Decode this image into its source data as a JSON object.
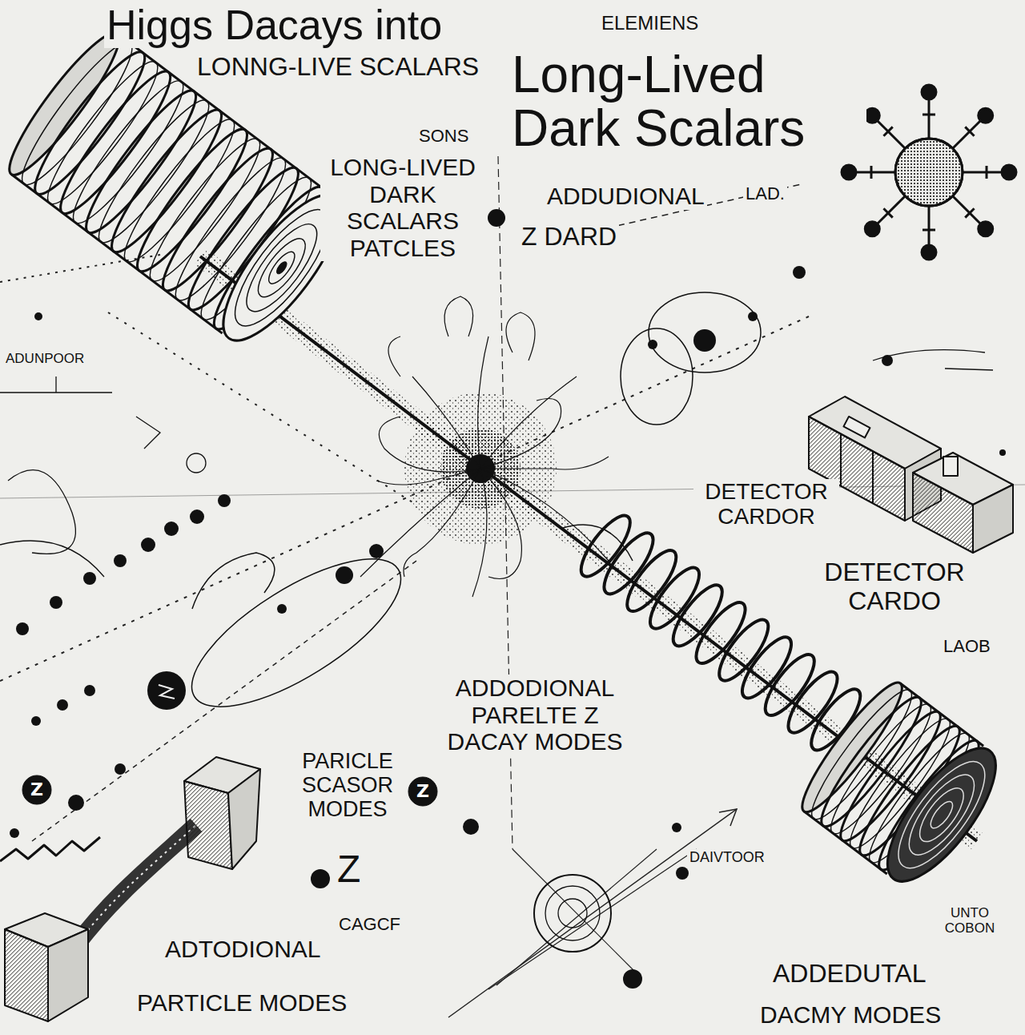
{
  "diagram": {
    "title": "Long-Lived Dark Scalars",
    "nodes": [
      {
        "text": [
          "Z"
        ]
      },
      {
        "text": [
          "Z"
        ]
      }
    ],
    "labels": [
      "Higgs Dacays into",
      "ELEMIENS",
      "LONNG-LIVE SCALARS",
      "SONS",
      "LONG-LIVED DARK SCALARS PATCLES",
      "ADDUDIONAL",
      "LAD.",
      "Z DARD",
      "ADUNPOOR",
      "DETECTOR CARDOR",
      "DETECTOR CARDO",
      "LAOB",
      "ADDODIONAL PARELTE Z DACAY MODES",
      "PARICLE SCASOR MODES",
      "Z",
      "DAIVTOOR",
      "UNTO COBON",
      "CAGCF",
      "ADTODIONAL",
      "ADDEDUTAL",
      "PARTICLE MODES",
      "DACMY MODES"
    ]
  }
}
